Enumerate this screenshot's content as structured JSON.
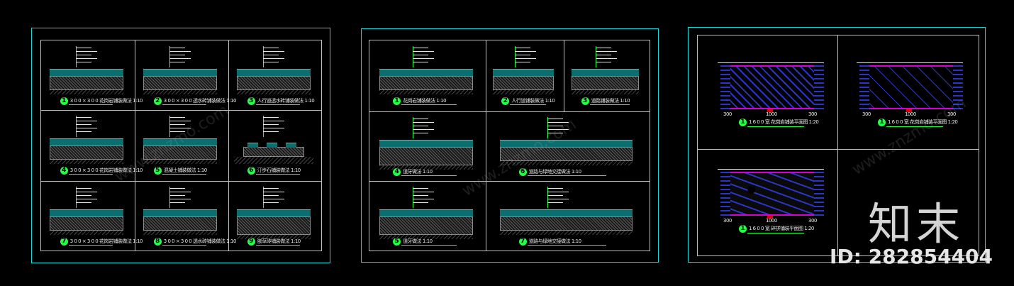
{
  "panel1": {
    "details": [
      {
        "num": "1",
        "title": "3 0 0 × 3 0 0 花岗岩铺装做法 1:10"
      },
      {
        "num": "2",
        "title": "3 0 0 × 3 0 0 透水砖铺装做法 1:10"
      },
      {
        "num": "3",
        "title": "人行道透水砖铺装做法 1:10"
      },
      {
        "num": "4",
        "title": "3 0 0 × 3 0 0 花岗岩铺装做法 1:10"
      },
      {
        "num": "5",
        "title": "混凝土铺装做法 1:10"
      },
      {
        "num": "6",
        "title": "汀步石铺装做法 1:10"
      },
      {
        "num": "7",
        "title": "3 0 0 × 3 0 0 花岗岩铺装做法 1:10"
      },
      {
        "num": "8",
        "title": "3 0 0 × 3 0 0 透水砖铺装做法 1:10"
      },
      {
        "num": "9",
        "title": "嵌草砖铺装做法 1:10"
      }
    ]
  },
  "panel2": {
    "details": [
      {
        "num": "1",
        "title": "花岗岩铺装做法 1:10"
      },
      {
        "num": "2",
        "title": "人行道铺装做法 1:10"
      },
      {
        "num": "3",
        "title": "道路铺装做法 1:10"
      },
      {
        "num": "4",
        "title": "道牙做法 1:10"
      },
      {
        "num": "6",
        "title": "道路与绿地交接做法 1:10"
      },
      {
        "num": "5",
        "title": "道牙做法 1:10"
      },
      {
        "num": "7",
        "title": "道路与绿地交接做法 1:10"
      }
    ]
  },
  "panel3": {
    "plans": [
      {
        "num": "1",
        "title": "1 6 0 0 宽 花岗岩铺装平面图 1:20",
        "pattern": "herringbone"
      },
      {
        "num": "1",
        "title": "1 6 0 0 宽 花岗岩铺装平面图 1:20",
        "pattern": "diamond"
      },
      {
        "num": "1",
        "title": "1 6 0 0 宽 碎拼铺装平面图 1:20",
        "pattern": "crazy-paving"
      }
    ],
    "dims": [
      "300",
      "1000",
      "300"
    ]
  },
  "watermark": {
    "brand": "知末",
    "id": "ID: 282854404",
    "text": "www.znzmo.com"
  },
  "colors": {
    "frame": "#19d9d9",
    "leader": "#22ff44",
    "grid": "#bfbfbf",
    "plan_border": "#d400d4",
    "plan_paving": "#2a35c8"
  }
}
